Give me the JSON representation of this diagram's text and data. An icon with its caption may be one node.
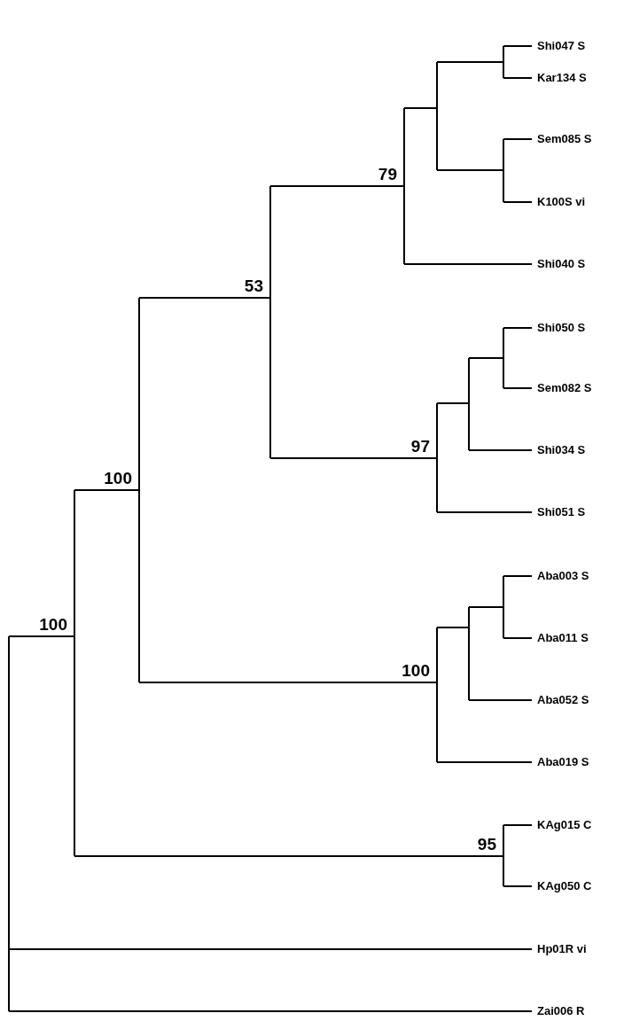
{
  "diagram": {
    "nodes": [
      {
        "text": [
          "Shi047 S"
        ]
      },
      {
        "text": [
          "Kar134 S"
        ]
      },
      {
        "text": [
          "Sem085 S"
        ]
      },
      {
        "text": [
          "K100S vi"
        ]
      },
      {
        "text": [
          "Shi040 S"
        ]
      },
      {
        "text": [
          "Shi050 S"
        ]
      },
      {
        "text": [
          "Sem082 S"
        ]
      },
      {
        "text": [
          "Shi034 S"
        ]
      },
      {
        "text": [
          "Shi051 S"
        ]
      },
      {
        "text": [
          "Aba003 S"
        ]
      },
      {
        "text": [
          "Aba011 S"
        ]
      },
      {
        "text": [
          "Aba052 S"
        ]
      },
      {
        "text": [
          "Aba019 S"
        ]
      },
      {
        "text": [
          "KAg015 C"
        ]
      },
      {
        "text": [
          "KAg050 C"
        ]
      },
      {
        "text": [
          "Hp01R vi"
        ]
      },
      {
        "text": [
          "Zai006 R"
        ]
      }
    ],
    "labels": [
      "79",
      "53",
      "97",
      "100",
      "100",
      "100",
      "95"
    ]
  }
}
